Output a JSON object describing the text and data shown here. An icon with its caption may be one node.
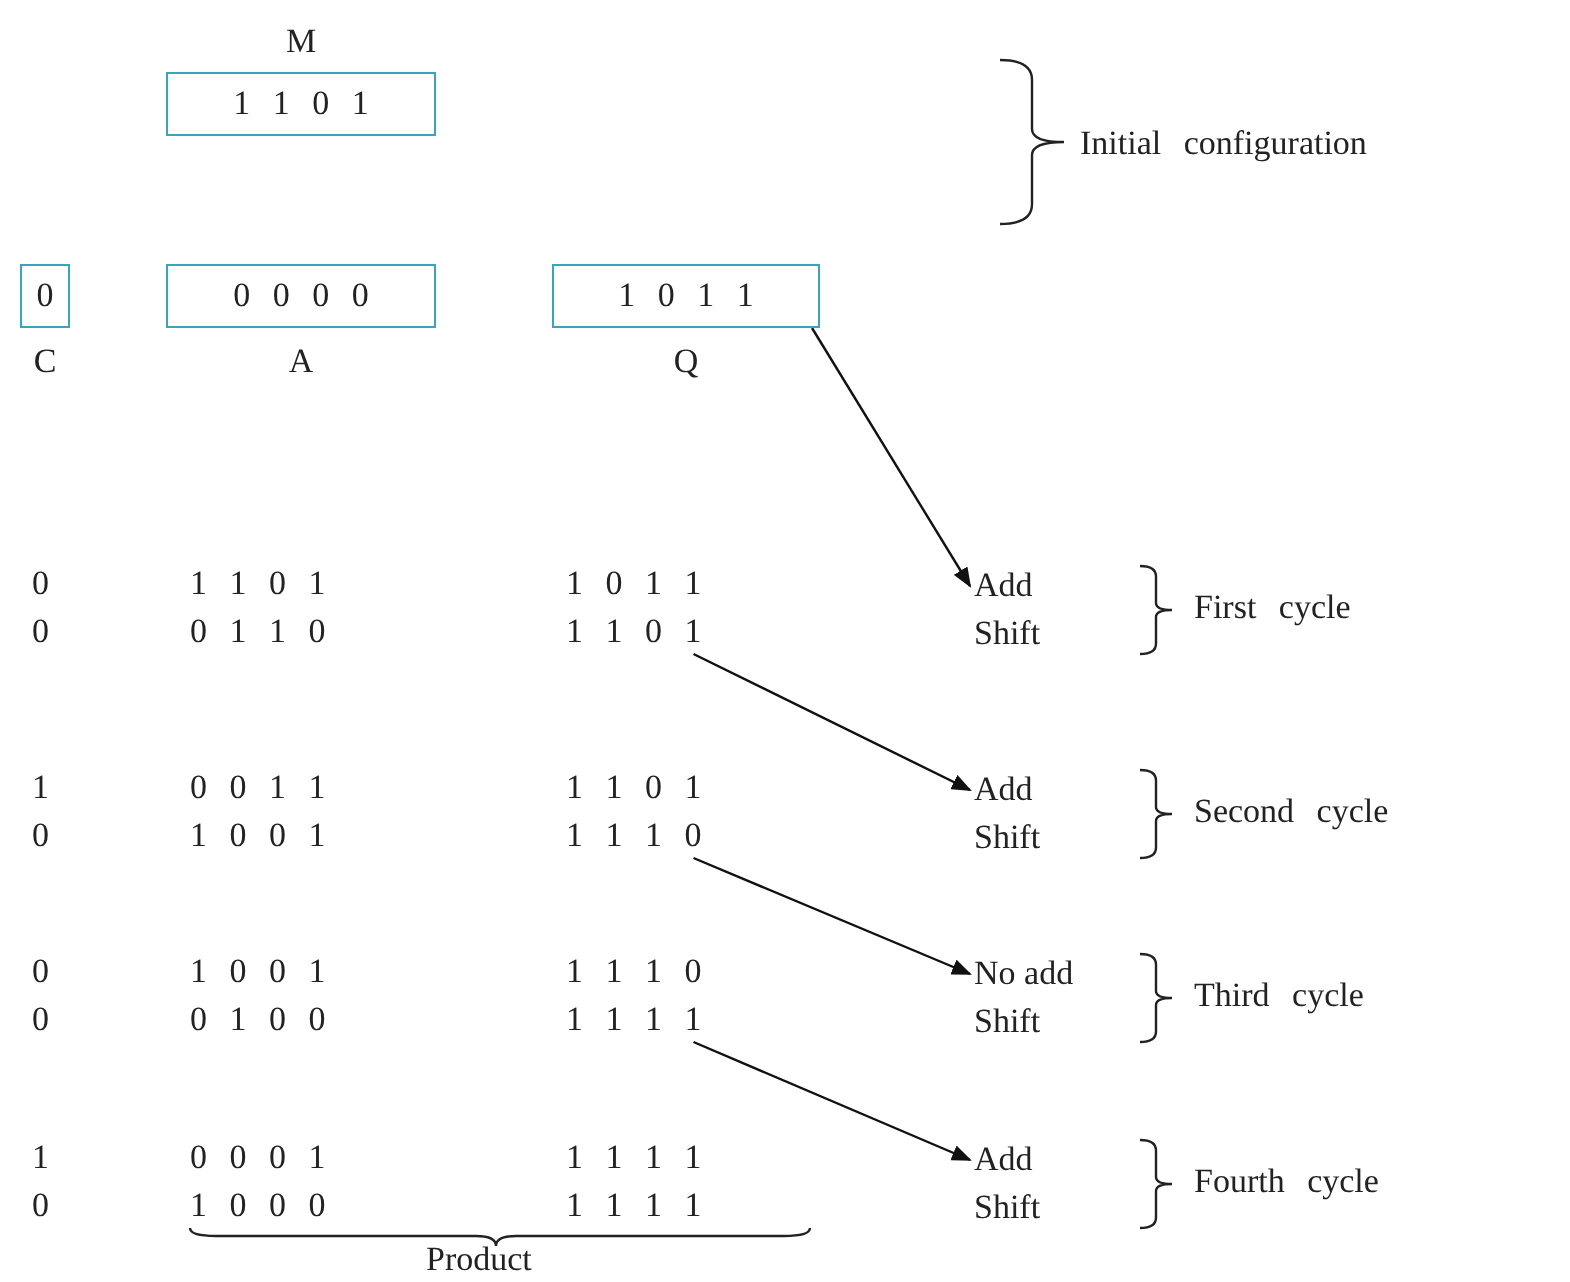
{
  "diagram": {
    "nodes": [
      {
        "text": [
          "M",
          "1 1 0 1"
        ]
      },
      {
        "text": [
          "0",
          "C"
        ]
      },
      {
        "text": [
          "0 0 0 0",
          "A"
        ]
      },
      {
        "text": [
          "1 0 1 1",
          "Q"
        ]
      },
      {
        "text": [
          "Add",
          "Shift"
        ]
      },
      {
        "text": [
          "1 1 0 1"
        ]
      },
      {
        "text": [
          "Add",
          "Shift"
        ]
      },
      {
        "text": [
          "1 1 1 0"
        ]
      },
      {
        "text": [
          "No add",
          "Shift"
        ]
      },
      {
        "text": [
          "1 1 1 1"
        ]
      },
      {
        "text": [
          "Add",
          "Shift"
        ]
      }
    ],
    "edges": [
      {
        "from": 3,
        "to": 4,
        "arrow": "to"
      },
      {
        "from": 5,
        "to": 6,
        "arrow": "to"
      },
      {
        "from": 7,
        "to": 8,
        "arrow": "to"
      },
      {
        "from": 9,
        "to": 10,
        "arrow": "to"
      }
    ],
    "labels": [
      "Initial configuration",
      "0",
      "1 1 0 1",
      "1 0 1 1",
      "First cycle",
      "0",
      "0 1 1 0",
      "1",
      "0 0 1 1",
      "1 1 0 1",
      "Second cycle",
      "0",
      "1 0 0 1",
      "0",
      "1 0 0 1",
      "1 1 1 0",
      "Third cycle",
      "0",
      "0 1 0 0",
      "1",
      "0 0 0 1",
      "1 1 1 1",
      "Fourth cycle",
      "0",
      "1 0 0 0",
      "1 1 1 1",
      "Product"
    ]
  }
}
